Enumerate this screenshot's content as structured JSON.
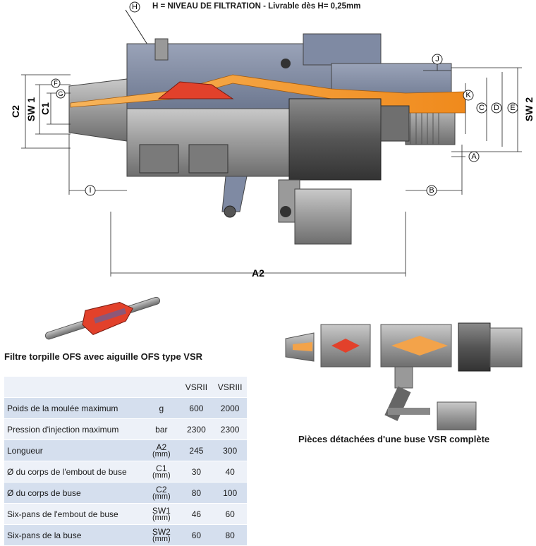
{
  "filtration_note": "H = NIVEAU DE FILTRATION - Livrable dès  H= 0,25mm",
  "dimension_labels": {
    "H": "H",
    "F": "F",
    "G": "G",
    "C2": "C2",
    "SW1": "SW 1",
    "C1": "C1",
    "I": "I",
    "J": "J",
    "K": "K",
    "C": "C",
    "D": "D",
    "E": "E",
    "SW2": "SW 2",
    "A": "A",
    "B": "B",
    "A2": "A2"
  },
  "caption_filter": "Filtre torpille OFS avec aiguille OFS type VSR",
  "caption_parts": "Pièces détachées d'une buse VSR complète",
  "table": {
    "headers": [
      "",
      "",
      "VSRII",
      "VSRIII"
    ],
    "rows": [
      {
        "label": "Poids de la moulée maximum",
        "unit_top": "g",
        "unit_bottom": "",
        "v1": "600",
        "v2": "2000"
      },
      {
        "label": "Pression d'injection maximum",
        "unit_top": "bar",
        "unit_bottom": "",
        "v1": "2300",
        "v2": "2300"
      },
      {
        "label": "Longueur",
        "unit_top": "A2",
        "unit_bottom": "(mm)",
        "v1": "245",
        "v2": "300"
      },
      {
        "label": "Ø du corps de l'embout de buse",
        "unit_top": "C1",
        "unit_bottom": "(mm)",
        "v1": "30",
        "v2": "40"
      },
      {
        "label": "Ø du corps de buse",
        "unit_top": "C2",
        "unit_bottom": "(mm)",
        "v1": "80",
        "v2": "100"
      },
      {
        "label": "Six-pans de l'embout de buse",
        "unit_top": "SW1",
        "unit_bottom": "(mm)",
        "v1": "46",
        "v2": "60"
      },
      {
        "label": "Six-pans de la buse",
        "unit_top": "SW2",
        "unit_bottom": "(mm)",
        "v1": "60",
        "v2": "80"
      }
    ]
  }
}
